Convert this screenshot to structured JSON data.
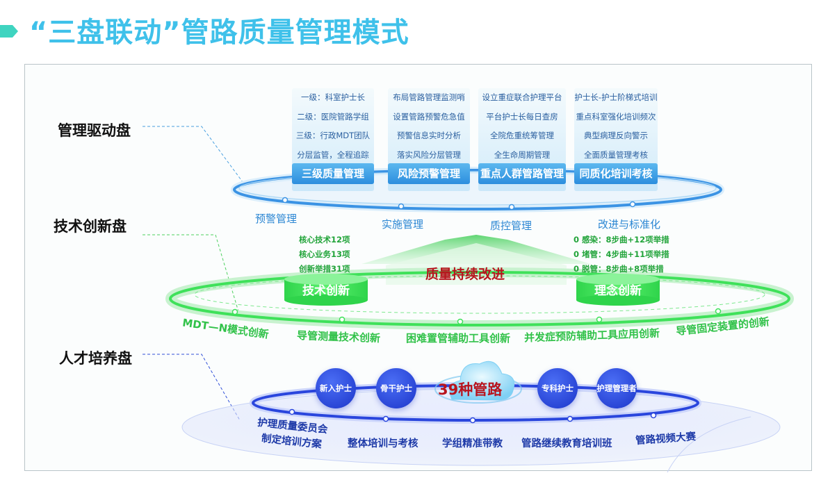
{
  "title": "“三盘联动”管路质量管理模式",
  "colors": {
    "title": "#3fc1ea",
    "top_ring": "#3b93e4",
    "middle_ring": "#3fe15a",
    "bottom_ring": "#2a46dd",
    "accent_red": "#b8141d"
  },
  "management_disc": {
    "label": "管理驱动盘",
    "columns": [
      {
        "items": [
          "一级：科室护士长",
          "二级：医院管路学组",
          "三级：行政MDT团队",
          "分层监管，全程追踪"
        ],
        "button": "三级质量管理"
      },
      {
        "items": [
          "布局管路管理监测哨",
          "设置管路预警危急值",
          "预警信息实时分析",
          "落实风险分层管理"
        ],
        "button": "风险预警管理"
      },
      {
        "items": [
          "设立重症联合护理平台",
          "平台护士长每日查房",
          "全院危重统筹管理",
          "全生命周期管理"
        ],
        "button": "重点人群管路管理"
      },
      {
        "items": [
          "护士长-护士阶梯式培训",
          "重点科室强化培训频次",
          "典型病理反向警示",
          "全面质量管理考核"
        ],
        "button": "同质化培训考核"
      }
    ],
    "ring_labels": [
      "预警管理",
      "实施管理",
      "质控管理",
      "改进与标准化"
    ]
  },
  "tech_disc": {
    "label": "技术创新盘",
    "left_stats": [
      "核心技术12项",
      "核心业务13项",
      "创新举措31项"
    ],
    "right_stats": [
      "0 感染：8步曲+12项举措",
      "0 堵管：4步曲+11项举措",
      "0 脱管：8步曲+8项举措"
    ],
    "left_cylinder": "技术创新",
    "right_cylinder": "理念创新",
    "center_text": "质量持续改进",
    "ring_labels": [
      "MDT—N模式创新",
      "导管测量技术创新",
      "困难置管辅助工具创新",
      "并发症预防辅助工具应用创新",
      "导管固定装置的创新"
    ]
  },
  "talent_disc": {
    "label": "人才培养盘",
    "circles": [
      "新入护士",
      "骨干护士",
      "专科护士",
      "护理管理者"
    ],
    "center_text": "39种管路",
    "ring_labels": [
      "护理质量委员会\n制定培训方案",
      "整体培训与考核",
      "学组精准带教",
      "管路继续教育培训班",
      "管路视频大赛"
    ]
  }
}
